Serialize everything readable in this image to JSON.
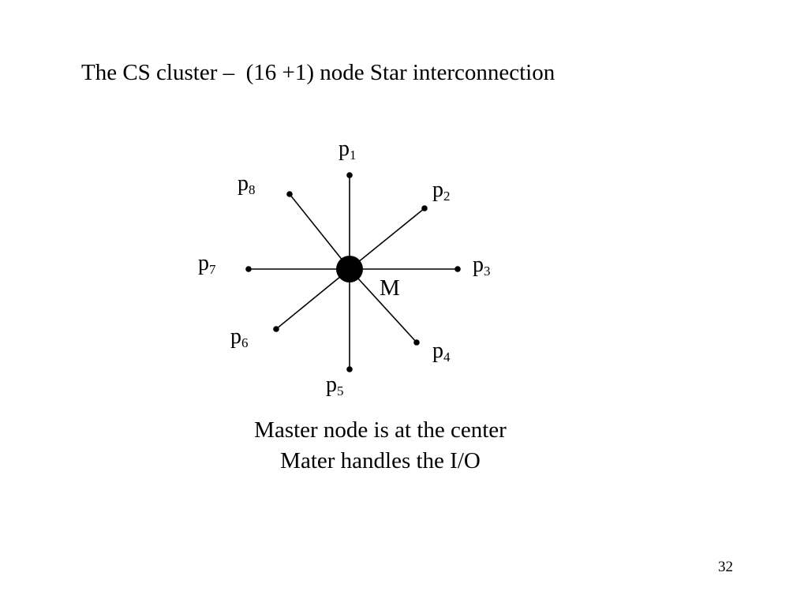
{
  "slide": {
    "title": "The CS cluster –  (16 +1) node Star interconnection",
    "page_number": "32"
  },
  "diagram": {
    "master": {
      "label": "M"
    },
    "nodes": [
      {
        "base": "p",
        "sub": "1"
      },
      {
        "base": "p",
        "sub": "2"
      },
      {
        "base": "p",
        "sub": "3"
      },
      {
        "base": "p",
        "sub": "4"
      },
      {
        "base": "p",
        "sub": "5"
      },
      {
        "base": "p",
        "sub": "6"
      },
      {
        "base": "p",
        "sub": "7"
      },
      {
        "base": "p",
        "sub": "8"
      }
    ]
  },
  "captions": [
    "Master node is at the center",
    "Mater handles the I/O"
  ]
}
